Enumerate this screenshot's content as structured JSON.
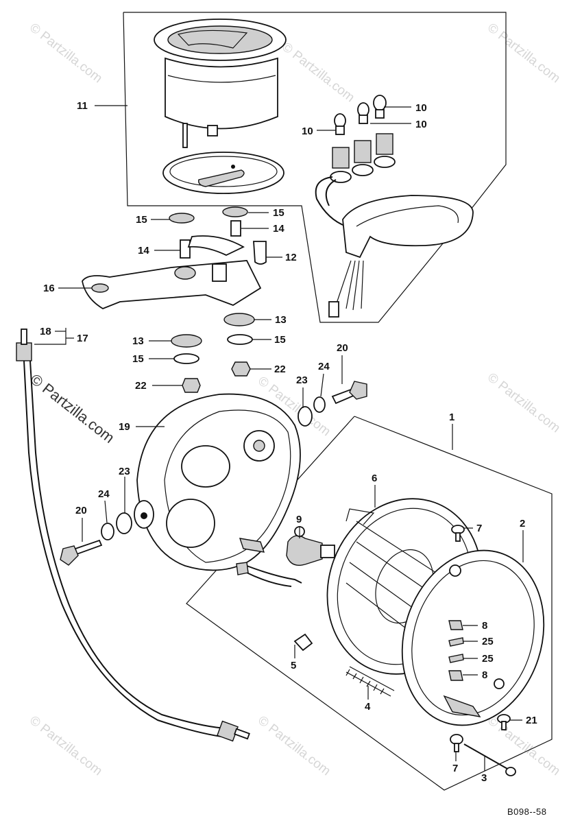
{
  "watermark": {
    "text": "© Partzilla.com"
  },
  "diagram_code": "B098--58",
  "callouts": [
    {
      "id": "c11",
      "num": "11"
    },
    {
      "id": "c10a",
      "num": "10"
    },
    {
      "id": "c10b",
      "num": "10"
    },
    {
      "id": "c10c",
      "num": "10"
    },
    {
      "id": "c15a",
      "num": "15"
    },
    {
      "id": "c15b",
      "num": "15"
    },
    {
      "id": "c14a",
      "num": "14"
    },
    {
      "id": "c14b",
      "num": "14"
    },
    {
      "id": "c12",
      "num": "12"
    },
    {
      "id": "c16",
      "num": "16"
    },
    {
      "id": "c13a",
      "num": "13"
    },
    {
      "id": "c18",
      "num": "18"
    },
    {
      "id": "c17",
      "num": "17"
    },
    {
      "id": "c13b",
      "num": "13"
    },
    {
      "id": "c15c",
      "num": "15"
    },
    {
      "id": "c15d",
      "num": "15"
    },
    {
      "id": "c20a",
      "num": "20"
    },
    {
      "id": "c22a",
      "num": "22"
    },
    {
      "id": "c22b",
      "num": "22"
    },
    {
      "id": "c23a",
      "num": "23"
    },
    {
      "id": "c24a",
      "num": "24"
    },
    {
      "id": "c19",
      "num": "19"
    },
    {
      "id": "c1",
      "num": "1"
    },
    {
      "id": "c6",
      "num": "6"
    },
    {
      "id": "c23b",
      "num": "23"
    },
    {
      "id": "c24b",
      "num": "24"
    },
    {
      "id": "c20b",
      "num": "20"
    },
    {
      "id": "c9",
      "num": "9"
    },
    {
      "id": "c7a",
      "num": "7"
    },
    {
      "id": "c2",
      "num": "2"
    },
    {
      "id": "c8a",
      "num": "8"
    },
    {
      "id": "c25a",
      "num": "25"
    },
    {
      "id": "c25b",
      "num": "25"
    },
    {
      "id": "c8b",
      "num": "8"
    },
    {
      "id": "c5",
      "num": "5"
    },
    {
      "id": "c4",
      "num": "4"
    },
    {
      "id": "c21",
      "num": "21"
    },
    {
      "id": "c7b",
      "num": "7"
    },
    {
      "id": "c3",
      "num": "3"
    }
  ]
}
